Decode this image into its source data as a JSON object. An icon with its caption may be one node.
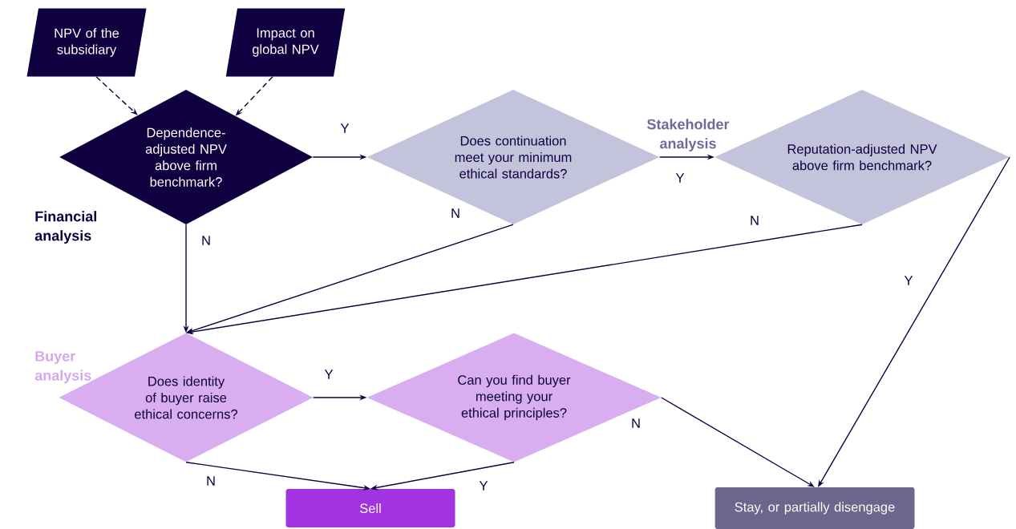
{
  "diagram": {
    "nodes": [
      {
        "text": [
          "NPV of the subsidiary"
        ]
      },
      {
        "text": [
          "Impact on global NPV"
        ]
      },
      {
        "text": [
          "Dependence-adjusted NPV above firm benchmark?"
        ]
      },
      {
        "text": [
          "Does continuation meet your minimum ethical standards?"
        ]
      },
      {
        "text": [
          "Reputation-adjusted NPV above firm benchmark?"
        ]
      },
      {
        "text": [
          "Does identity of buyer raise ethical concerns?"
        ]
      },
      {
        "text": [
          "Can you find buyer meeting your ethical principles?"
        ]
      },
      {
        "text": [
          "Sell"
        ]
      },
      {
        "text": [
          "Stay, or partially disengage"
        ]
      }
    ],
    "edges": [
      {
        "from": 0,
        "to": 2,
        "arrow": "to",
        "style": "dashed"
      },
      {
        "from": 1,
        "to": 2,
        "arrow": "to",
        "style": "dashed"
      },
      {
        "from": 2,
        "to": 3,
        "arrow": "to",
        "label": "Y"
      },
      {
        "from": 2,
        "to": 5,
        "arrow": "to",
        "label": "N"
      },
      {
        "from": 3,
        "to": 4,
        "arrow": "to",
        "label": "Y"
      },
      {
        "from": 3,
        "to": 5,
        "arrow": "to",
        "label": "N"
      },
      {
        "from": 4,
        "to": 5,
        "arrow": "to",
        "label": "N"
      },
      {
        "from": 4,
        "to": 8,
        "arrow": "to",
        "label": "Y"
      },
      {
        "from": 5,
        "to": 6,
        "arrow": "to",
        "label": "Y"
      },
      {
        "from": 5,
        "to": 7,
        "arrow": "to",
        "label": "N"
      },
      {
        "from": 6,
        "to": 7,
        "arrow": "to",
        "label": "Y"
      },
      {
        "from": 6,
        "to": 8,
        "arrow": "to",
        "label": "N"
      }
    ],
    "labels": [
      "Stakeholder analysis",
      "Financial analysis",
      "Buyer analysis"
    ]
  }
}
